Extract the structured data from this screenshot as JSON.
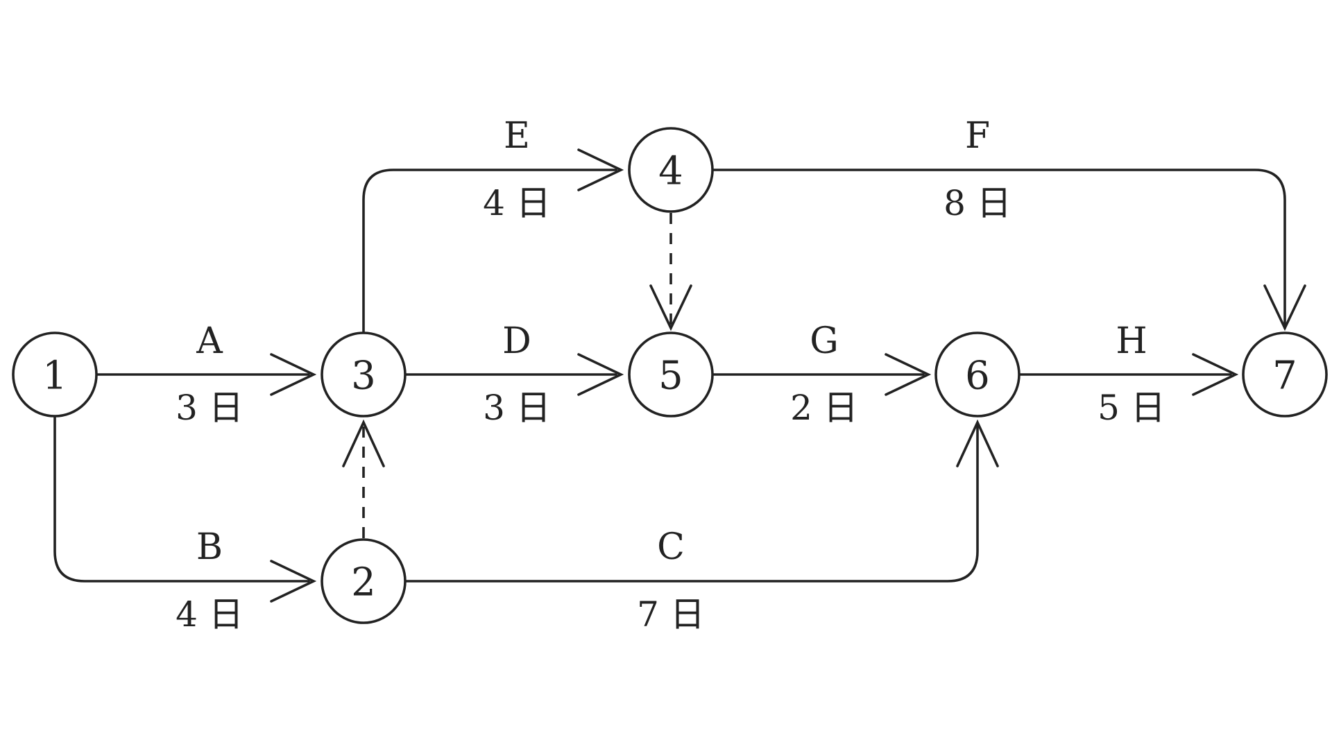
{
  "diagram": {
    "nodes": [
      {
        "id": "1",
        "label": "1"
      },
      {
        "id": "2",
        "label": "2"
      },
      {
        "id": "3",
        "label": "3"
      },
      {
        "id": "4",
        "label": "4"
      },
      {
        "id": "5",
        "label": "5"
      },
      {
        "id": "6",
        "label": "6"
      },
      {
        "id": "7",
        "label": "7"
      }
    ],
    "activities": [
      {
        "id": "A",
        "from": "1",
        "to": "3",
        "label": "A",
        "duration": "3 日"
      },
      {
        "id": "B",
        "from": "1",
        "to": "2",
        "label": "B",
        "duration": "4 日"
      },
      {
        "id": "C",
        "from": "2",
        "to": "6",
        "label": "C",
        "duration": "7 日"
      },
      {
        "id": "D",
        "from": "3",
        "to": "5",
        "label": "D",
        "duration": "3 日"
      },
      {
        "id": "E",
        "from": "3",
        "to": "4",
        "label": "E",
        "duration": "4 日"
      },
      {
        "id": "F",
        "from": "4",
        "to": "7",
        "label": "F",
        "duration": "8 日"
      },
      {
        "id": "G",
        "from": "5",
        "to": "6",
        "label": "G",
        "duration": "2 日"
      },
      {
        "id": "H",
        "from": "6",
        "to": "7",
        "label": "H",
        "duration": "5 日"
      }
    ],
    "dummies": [
      {
        "from": "2",
        "to": "3"
      },
      {
        "from": "4",
        "to": "5"
      }
    ]
  }
}
